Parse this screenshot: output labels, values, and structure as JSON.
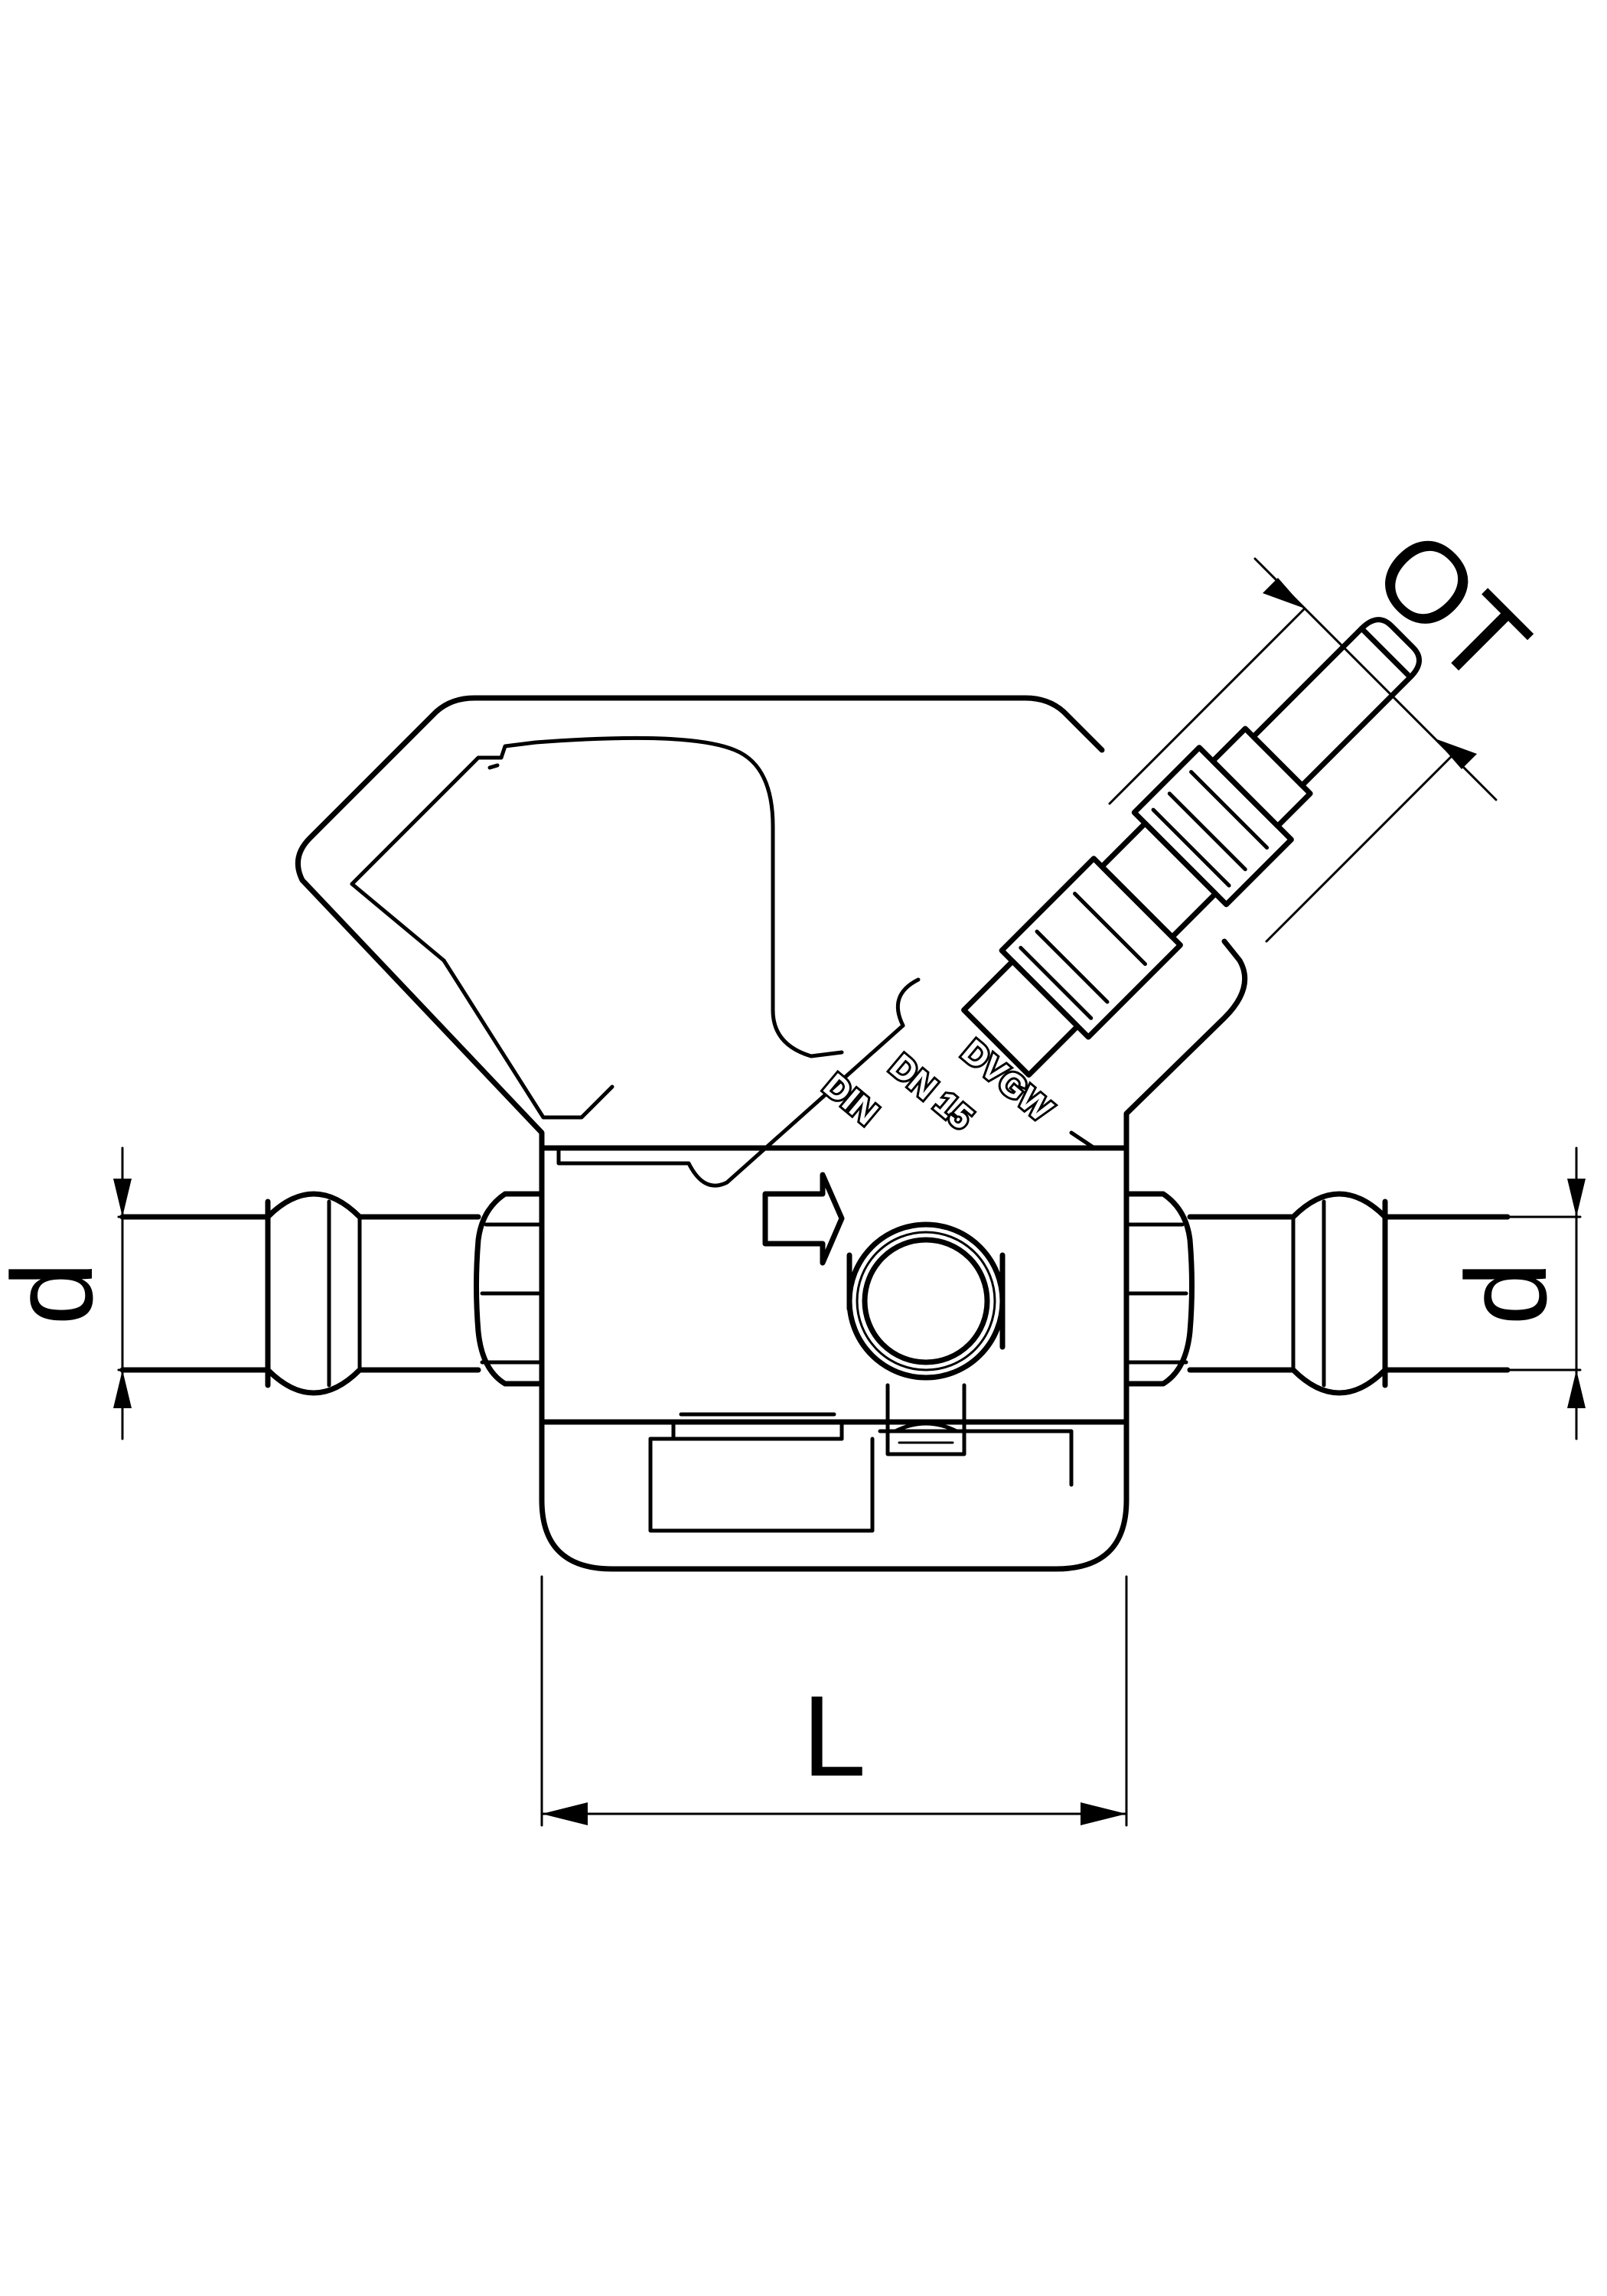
{
  "dimensions": {
    "overall_length": "L",
    "pipe_diameter_left": "d",
    "pipe_diameter_right": "d",
    "outlet_thread": "OT"
  },
  "body_markings": {
    "line1": "DVGW",
    "line2": "DN 15",
    "line3": "DIN"
  },
  "colors": {
    "line": "#000000",
    "background": "#ffffff"
  }
}
